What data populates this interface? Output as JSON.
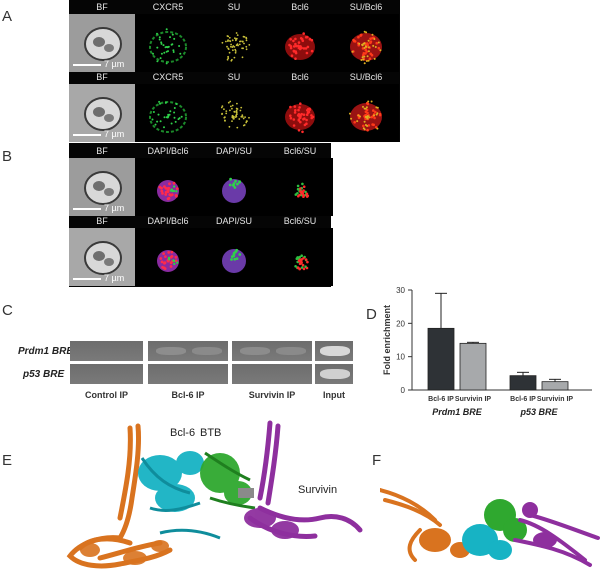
{
  "panels": {
    "A": "A",
    "B": "B",
    "C": "C",
    "D": "D",
    "E": "E",
    "F": "F"
  },
  "panel_a": {
    "labels": [
      "BF",
      "CXCR5",
      "SU",
      "Bcl6",
      "SU/Bcl6"
    ],
    "scale": "7 µm"
  },
  "panel_b": {
    "labels": [
      "BF",
      "DAPI/Bcl6",
      "DAPI/SU",
      "Bcl6/SU"
    ],
    "scale": "7 µm"
  },
  "panel_c": {
    "rows": [
      "Prdm1 BRE",
      "p53 BRE"
    ],
    "columns": [
      "Control IP",
      "Bcl-6 IP",
      "Survivin IP",
      "Input"
    ]
  },
  "chart_data": {
    "type": "bar",
    "ylabel": "Fold enrichment",
    "ylim": [
      0,
      30
    ],
    "yticks": [
      0,
      10,
      20,
      30
    ],
    "groups": [
      {
        "name": "Prdm1 BRE",
        "bars": [
          {
            "label": "Bcl-6 IP",
            "value": 18.5,
            "error": 10.5,
            "color": "#2e3236"
          },
          {
            "label": "Survivin IP",
            "value": 14.0,
            "error": 0.3,
            "color": "#a7a9ab"
          }
        ]
      },
      {
        "name": "p53 BRE",
        "bars": [
          {
            "label": "Bcl-6 IP",
            "value": 4.3,
            "error": 1.0,
            "color": "#2e3236"
          },
          {
            "label": "Survivin IP",
            "value": 2.5,
            "error": 0.7,
            "color": "#a7a9ab"
          }
        ]
      }
    ]
  },
  "panel_e": {
    "labels": [
      "Bcl-6",
      "BTB",
      "Survivin"
    ]
  },
  "colors": {
    "orange": "#d9731f",
    "cyan": "#17b3c4",
    "green": "#2fa82f",
    "purple": "#8e2f9e"
  }
}
